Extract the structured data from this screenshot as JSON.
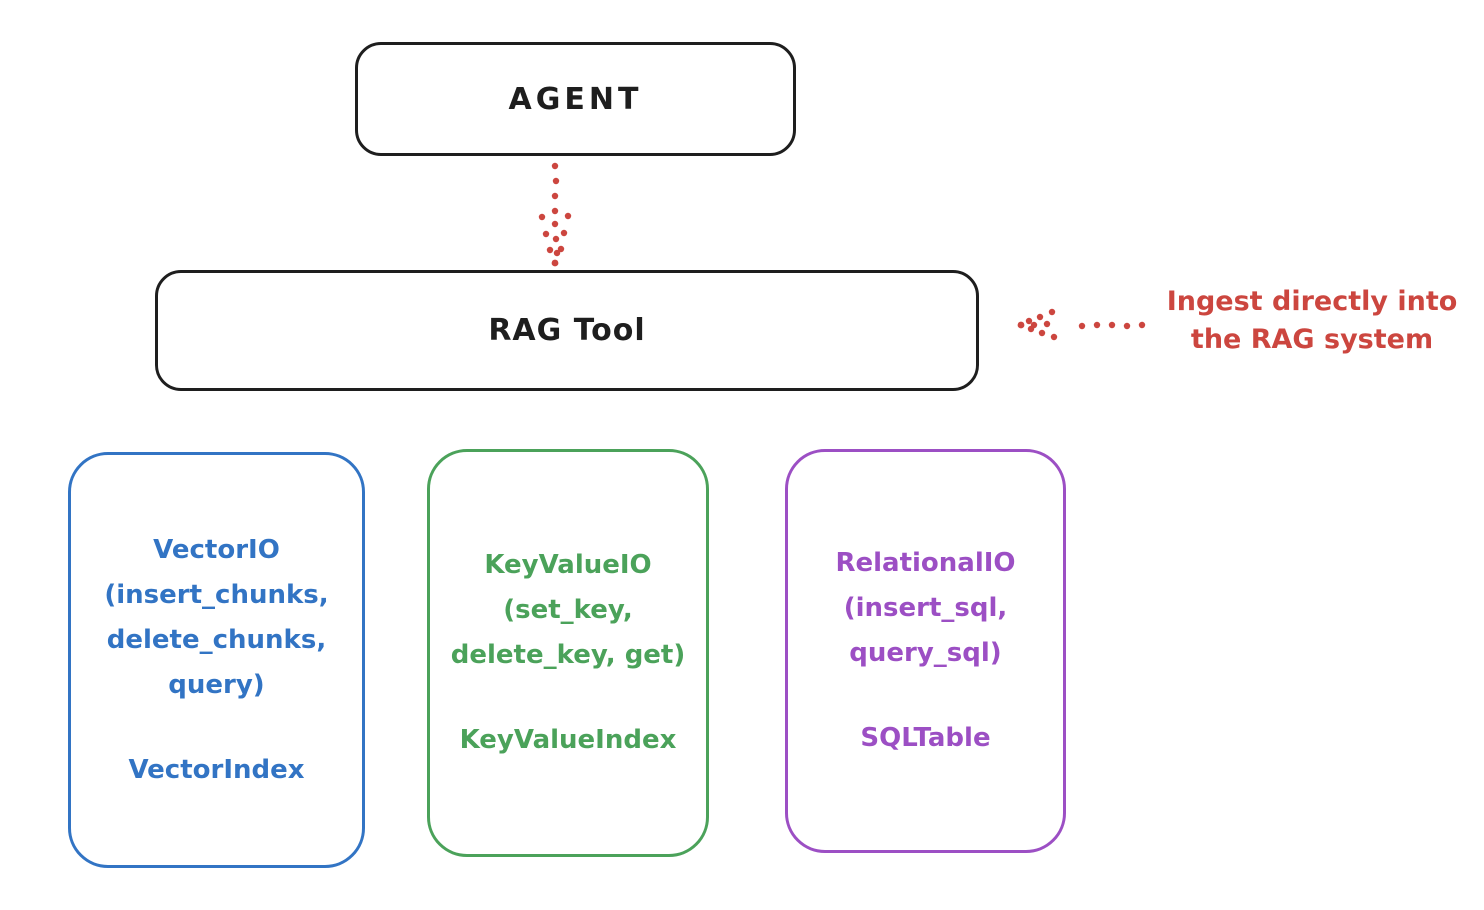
{
  "canvas": {
    "background": "#ffffff",
    "stroke_color": "#1e1e1e",
    "accent_red": "#cc463f"
  },
  "agent_box": {
    "label": "AGENT"
  },
  "rag_tool_box": {
    "label": "RAG Tool"
  },
  "flow_arrow": {
    "type": "dotted-arrow-down",
    "color": "#cc463f"
  },
  "ingest_annotation": {
    "line1": "Ingest directly into",
    "line2": "the RAG system",
    "arrow_type": "dotted-arrow-left",
    "color": "#cc463f"
  },
  "providers": [
    {
      "id": "vector-io",
      "color": "#3274c4",
      "lines": [
        "VectorIO",
        "(insert_chunks,",
        "delete_chunks,",
        "query)"
      ],
      "index_label": "VectorIndex"
    },
    {
      "id": "keyvalue-io",
      "color": "#4ba25a",
      "lines": [
        "KeyValueIO",
        "(set_key,",
        "delete_key, get)"
      ],
      "index_label": "KeyValueIndex"
    },
    {
      "id": "relational-io",
      "color": "#9c4fc4",
      "lines": [
        "RelationalIO",
        "(insert_sql,",
        "query_sql)"
      ],
      "index_label": "SQLTable"
    }
  ]
}
